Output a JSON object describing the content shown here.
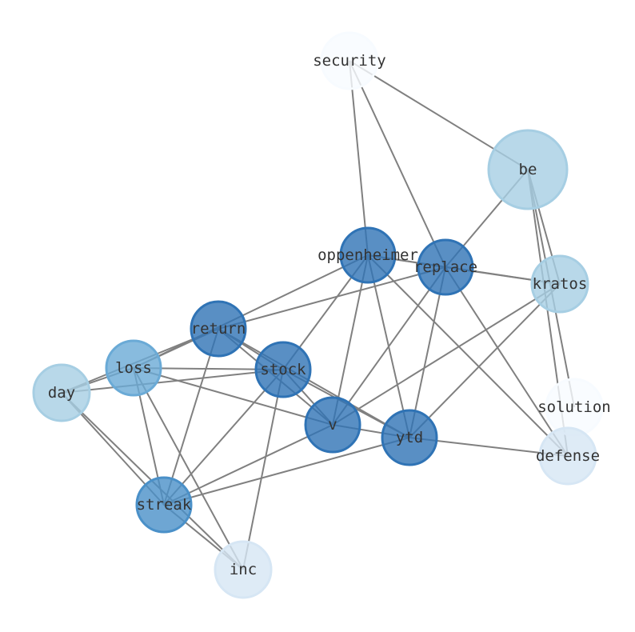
{
  "colors": {
    "edge": "#808080",
    "label": "#333333"
  },
  "nodes": [
    {
      "id": "security",
      "color": "#f7fbff"
    },
    {
      "id": "be",
      "color": "#a6cee3"
    },
    {
      "id": "oppenheimer",
      "color": "#2f73b5"
    },
    {
      "id": "replace",
      "color": "#2f73b5"
    },
    {
      "id": "kratos",
      "color": "#a6cee3"
    },
    {
      "id": "return",
      "color": "#2f73b5"
    },
    {
      "id": "loss",
      "color": "#6aaad6"
    },
    {
      "id": "stock",
      "color": "#2f73b5"
    },
    {
      "id": "day",
      "color": "#a6cee3"
    },
    {
      "id": "v",
      "color": "#2f73b5"
    },
    {
      "id": "ytd",
      "color": "#2f73b5"
    },
    {
      "id": "solution",
      "color": "#f7fbff"
    },
    {
      "id": "defense",
      "color": "#d6e6f4"
    },
    {
      "id": "streak",
      "color": "#4a90c8"
    },
    {
      "id": "inc",
      "color": "#d6e6f4"
    }
  ],
  "edges": [
    [
      "security",
      "oppenheimer"
    ],
    [
      "security",
      "replace"
    ],
    [
      "security",
      "be"
    ],
    [
      "be",
      "replace"
    ],
    [
      "be",
      "kratos"
    ],
    [
      "be",
      "solution"
    ],
    [
      "be",
      "defense"
    ],
    [
      "oppenheimer",
      "replace"
    ],
    [
      "oppenheimer",
      "kratos"
    ],
    [
      "oppenheimer",
      "loss"
    ],
    [
      "oppenheimer",
      "stock"
    ],
    [
      "oppenheimer",
      "v"
    ],
    [
      "oppenheimer",
      "ytd"
    ],
    [
      "oppenheimer",
      "defense"
    ],
    [
      "replace",
      "kratos"
    ],
    [
      "replace",
      "return"
    ],
    [
      "replace",
      "v"
    ],
    [
      "replace",
      "ytd"
    ],
    [
      "replace",
      "defense"
    ],
    [
      "kratos",
      "v"
    ],
    [
      "kratos",
      "ytd"
    ],
    [
      "return",
      "loss"
    ],
    [
      "return",
      "day"
    ],
    [
      "return",
      "stock"
    ],
    [
      "return",
      "v"
    ],
    [
      "return",
      "ytd"
    ],
    [
      "return",
      "streak"
    ],
    [
      "loss",
      "stock"
    ],
    [
      "loss",
      "v"
    ],
    [
      "loss",
      "streak"
    ],
    [
      "loss",
      "inc"
    ],
    [
      "loss",
      "day"
    ],
    [
      "day",
      "stock"
    ],
    [
      "day",
      "streak"
    ],
    [
      "day",
      "inc"
    ],
    [
      "stock",
      "v"
    ],
    [
      "stock",
      "ytd"
    ],
    [
      "stock",
      "streak"
    ],
    [
      "stock",
      "inc"
    ],
    [
      "v",
      "ytd"
    ],
    [
      "v",
      "streak"
    ],
    [
      "ytd",
      "streak"
    ],
    [
      "ytd",
      "defense"
    ],
    [
      "streak",
      "inc"
    ]
  ]
}
